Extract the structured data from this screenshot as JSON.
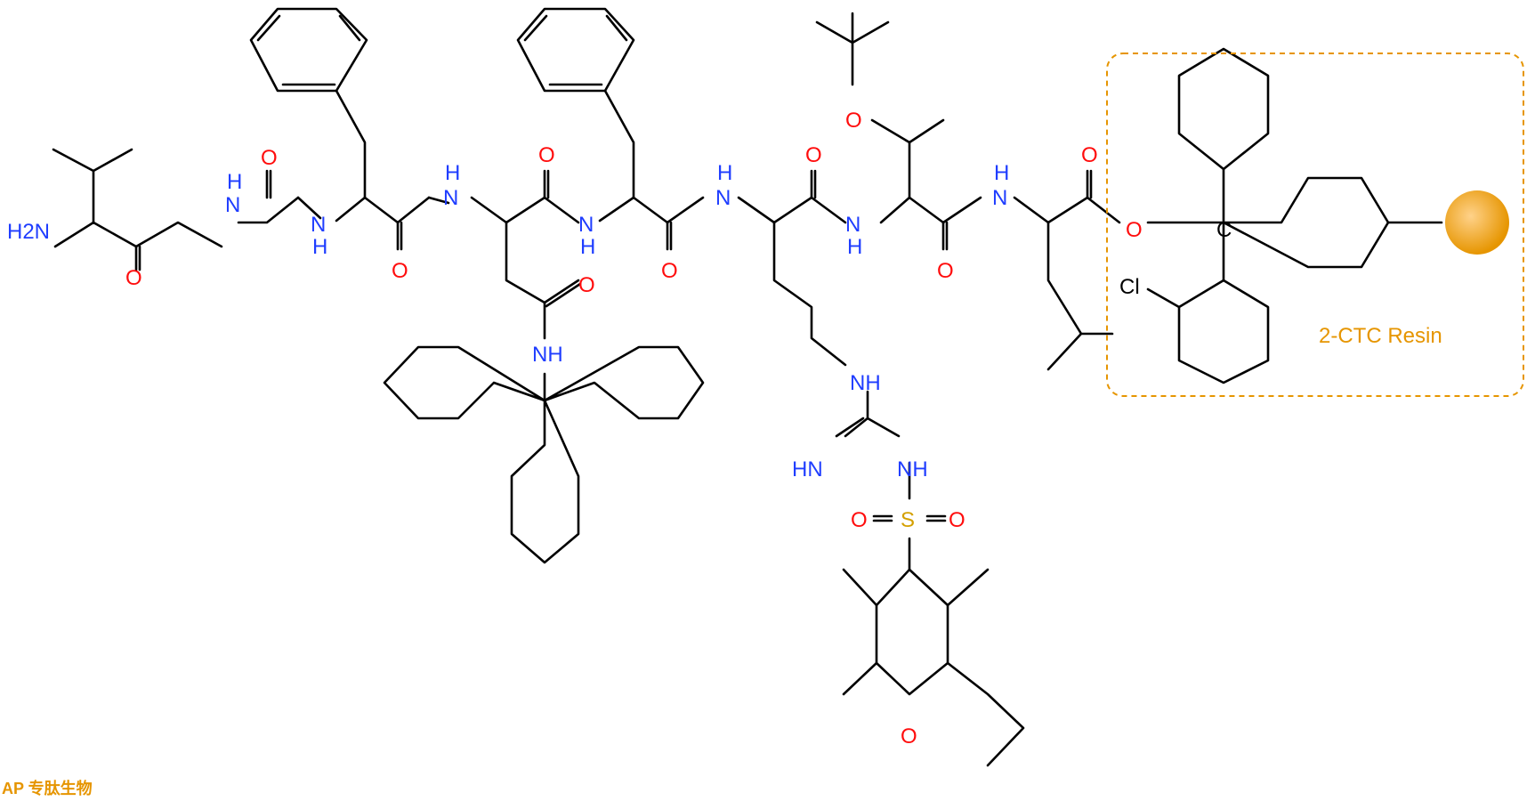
{
  "labels": {
    "h2n": "H2N",
    "h2": "H",
    "n": "N",
    "nh": "NH",
    "hn": "HN",
    "o": "O",
    "s": "S",
    "c": "C",
    "cl": "Cl"
  },
  "resin_label": "2-CTC Resin",
  "watermark": "AP 专肽生物",
  "colors": {
    "bond": "#000000",
    "nitrogen": "#1f3dff",
    "oxygen": "#ff0d0d",
    "sulfur": "#d4a000",
    "resin": "#e69500"
  }
}
